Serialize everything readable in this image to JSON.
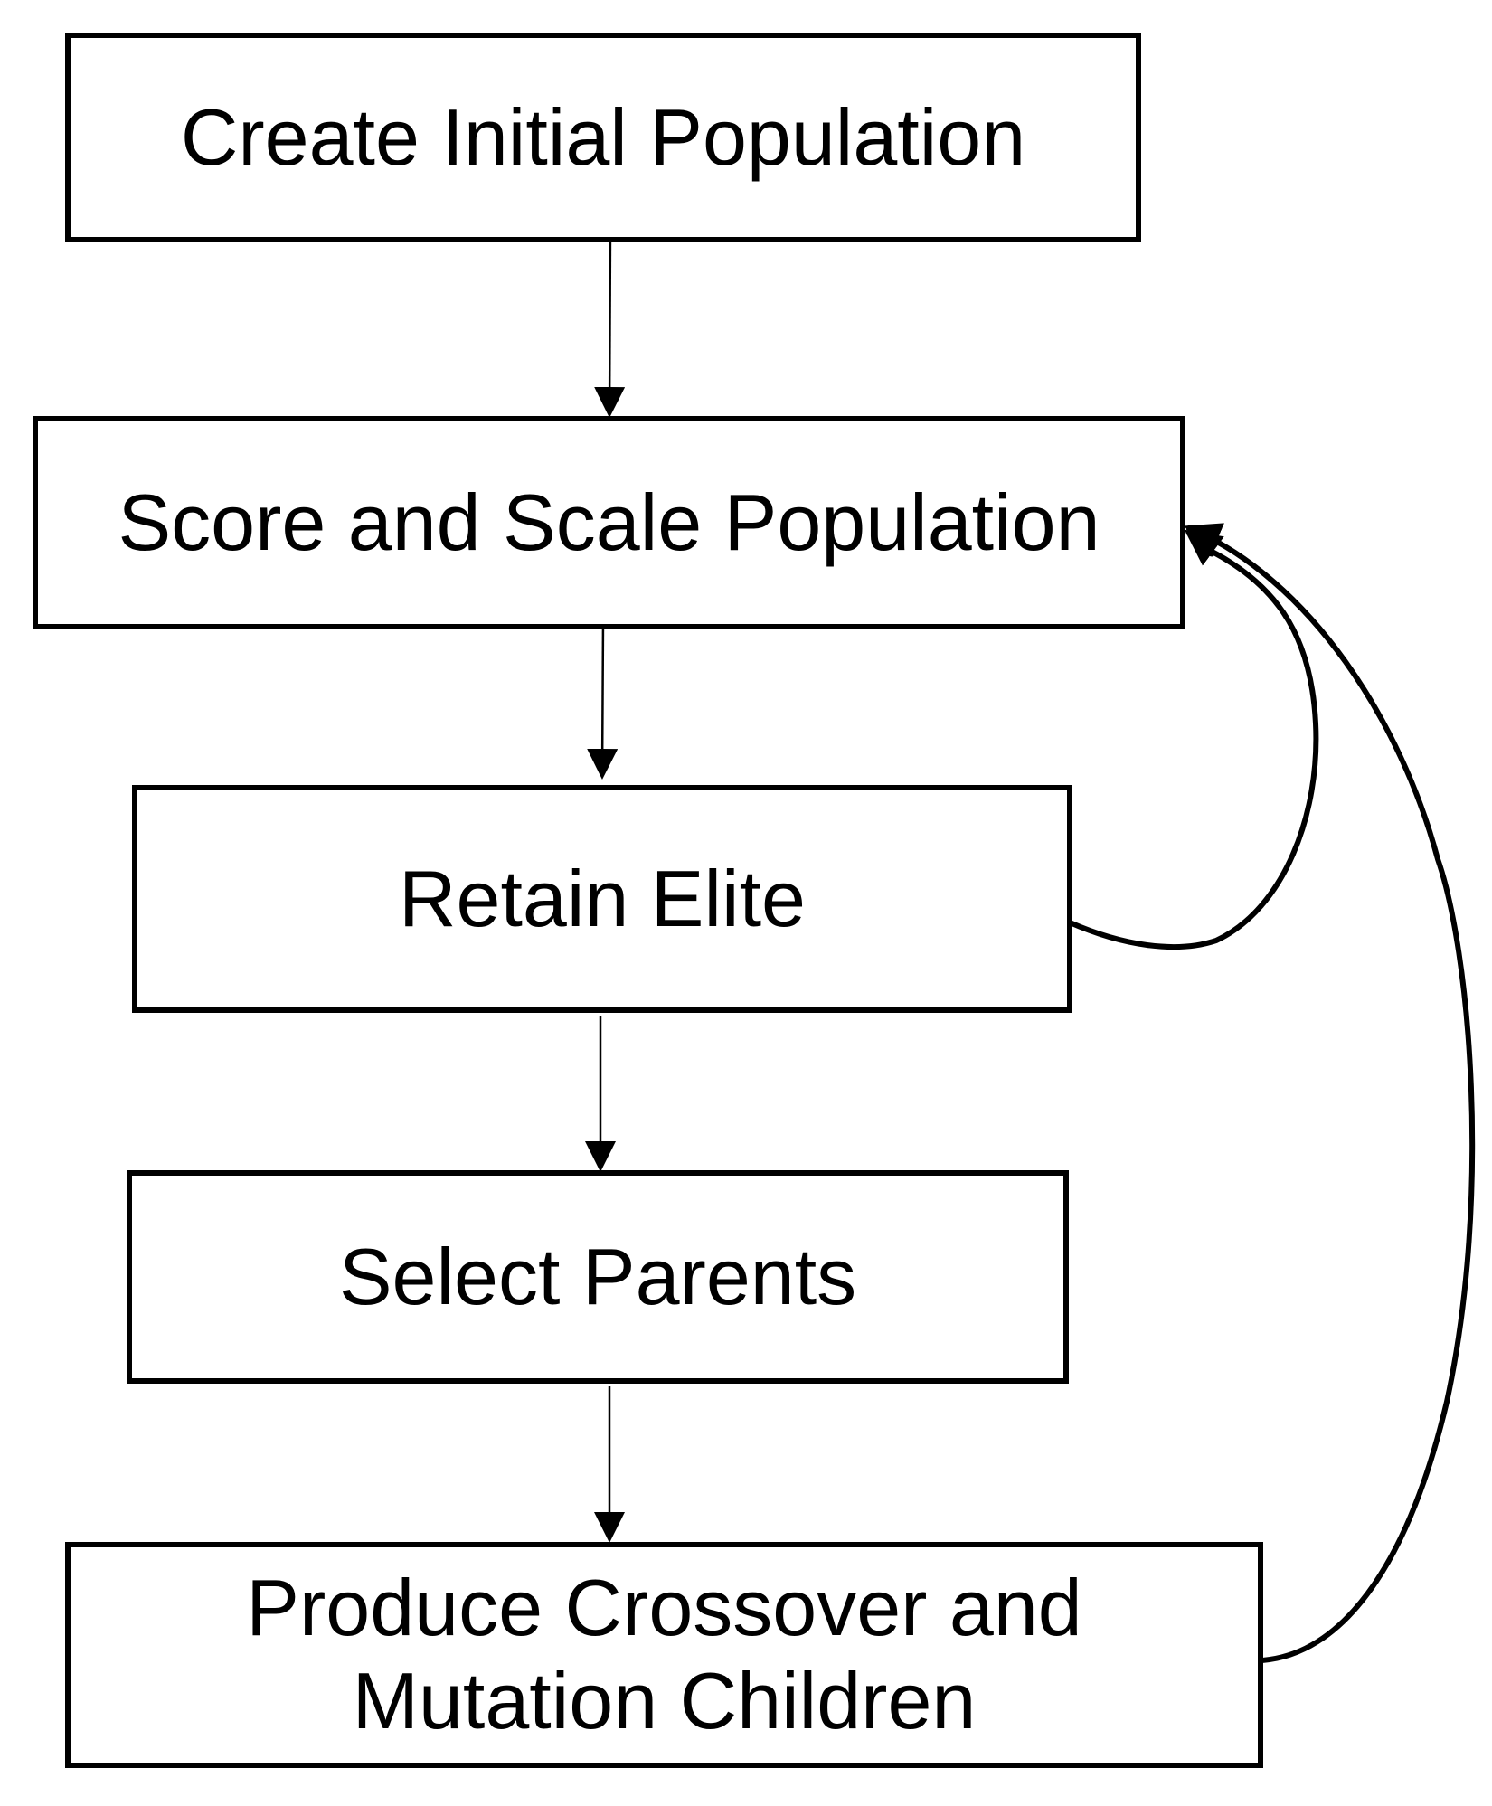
{
  "diagram": {
    "type": "flowchart",
    "nodes": [
      {
        "id": "create",
        "label": "Create Initial Population"
      },
      {
        "id": "score",
        "label": "Score and Scale Population"
      },
      {
        "id": "elite",
        "label": "Retain Elite"
      },
      {
        "id": "select",
        "label": "Select Parents"
      },
      {
        "id": "produce",
        "label": "Produce Crossover and\nMutation Children"
      }
    ],
    "edges": [
      {
        "from": "create",
        "to": "score"
      },
      {
        "from": "score",
        "to": "elite"
      },
      {
        "from": "elite",
        "to": "select"
      },
      {
        "from": "select",
        "to": "produce"
      },
      {
        "from": "elite",
        "to": "score",
        "style": "curved-loop"
      },
      {
        "from": "produce",
        "to": "score",
        "style": "curved-loop"
      }
    ],
    "colors": {
      "stroke": "#000000",
      "background": "#ffffff"
    }
  }
}
